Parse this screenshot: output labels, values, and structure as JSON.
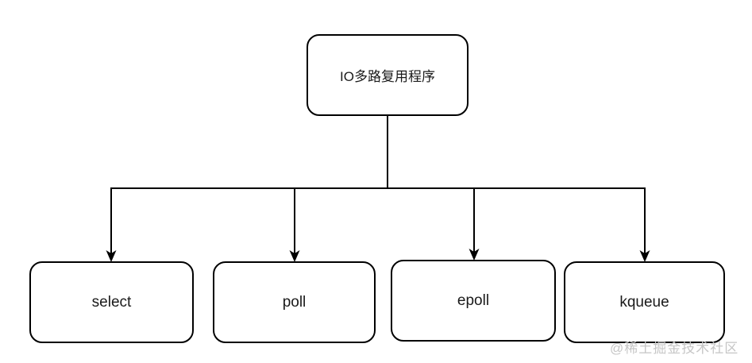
{
  "diagram": {
    "title": "IO multiplexing implementations tree",
    "root": {
      "label": "IO多路复用程序"
    },
    "children": [
      {
        "label": "select"
      },
      {
        "label": "poll"
      },
      {
        "label": "epoll"
      },
      {
        "label": "kqueue"
      }
    ],
    "edges": [
      {
        "from": "IO多路复用程序",
        "to": "select",
        "arrow": "down"
      },
      {
        "from": "IO多路复用程序",
        "to": "poll",
        "arrow": "down"
      },
      {
        "from": "IO多路复用程序",
        "to": "epoll",
        "arrow": "down"
      },
      {
        "from": "IO多路复用程序",
        "to": "kqueue",
        "arrow": "down"
      }
    ]
  },
  "watermark": {
    "text": "@稀土掘金技术社区"
  },
  "colors": {
    "background": "#ffffff",
    "line": "#000000",
    "box_border": "#000000",
    "box_fill": "#ffffff",
    "label_text": "#1a1a1a",
    "watermark_text": "#c6c6c6"
  }
}
